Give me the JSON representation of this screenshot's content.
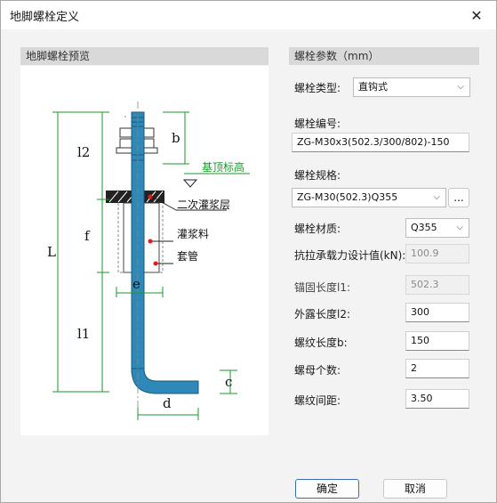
{
  "window": {
    "title": "地脚螺栓定义"
  },
  "preview": {
    "header": "地脚螺栓预览",
    "labels": {
      "l2": "l2",
      "b": "b",
      "elevation": "基顶标高",
      "grout_layer": "二次灌浆层",
      "grout_material": "灌浆料",
      "sleeve": "套管",
      "L": "L",
      "f": "f",
      "e": "e",
      "l1": "l1",
      "c": "c",
      "d": "d"
    }
  },
  "params": {
    "header": "螺栓参数（mm）",
    "bolt_type": {
      "label": "螺栓类型:",
      "value": "直钩式"
    },
    "bolt_code": {
      "label": "螺栓编号:",
      "value": "ZG-M30x3(502.3/300/802)-150"
    },
    "bolt_spec": {
      "label": "螺栓规格:",
      "value": "ZG-M30(502.3)Q355",
      "more": "..."
    },
    "material": {
      "label": "螺栓材质:",
      "value": "Q355"
    },
    "tensile": {
      "label": "抗拉承载力设计值(kN):",
      "value": "100.9"
    },
    "anchor_len": {
      "label": "锚固长度l1:",
      "value": "502.3"
    },
    "exposed_len": {
      "label": "外露长度l2:",
      "value": "300"
    },
    "thread_len": {
      "label": "螺纹长度b:",
      "value": "150"
    },
    "nut_count": {
      "label": "螺母个数:",
      "value": "2"
    },
    "thread_gap": {
      "label": "螺纹间距:",
      "value": "3.50"
    }
  },
  "buttons": {
    "ok": "确定",
    "cancel": "取消"
  },
  "colors": {
    "bolt": "#2e88b8",
    "dimension": "#1a9a2a",
    "accent": "#3b6db5"
  }
}
